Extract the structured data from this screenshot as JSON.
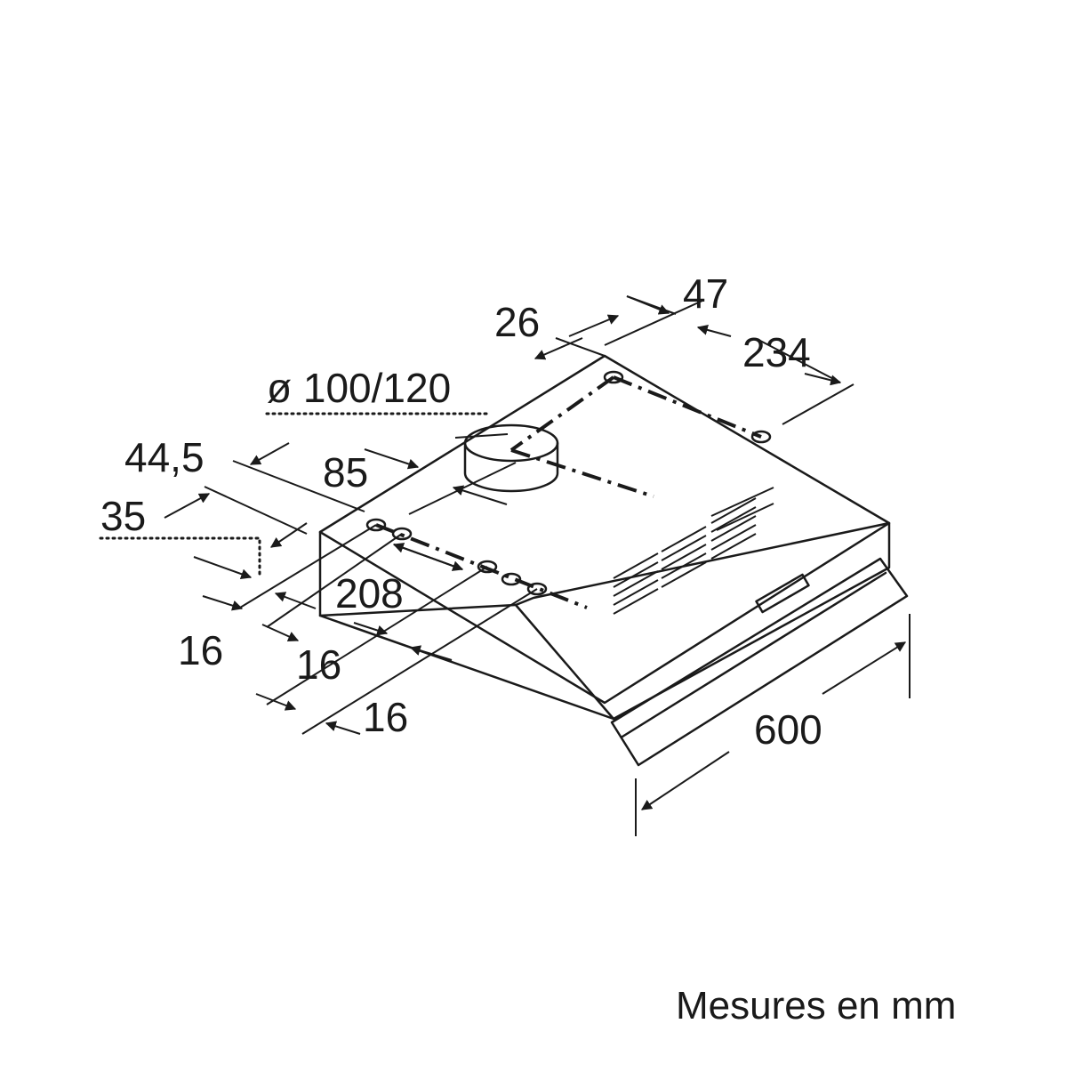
{
  "dimensions": {
    "d26": "26",
    "d47": "47",
    "d234": "234",
    "d_diameter": "ø 100/120",
    "d44_5": "44,5",
    "d85": "85",
    "d35": "35",
    "d208": "208",
    "d16_a": "16",
    "d16_b": "16",
    "d16_c": "16",
    "d600": "600"
  },
  "caption": "Mesures en mm",
  "colors": {
    "ink": "#1a1a1a",
    "background": "#ffffff"
  }
}
